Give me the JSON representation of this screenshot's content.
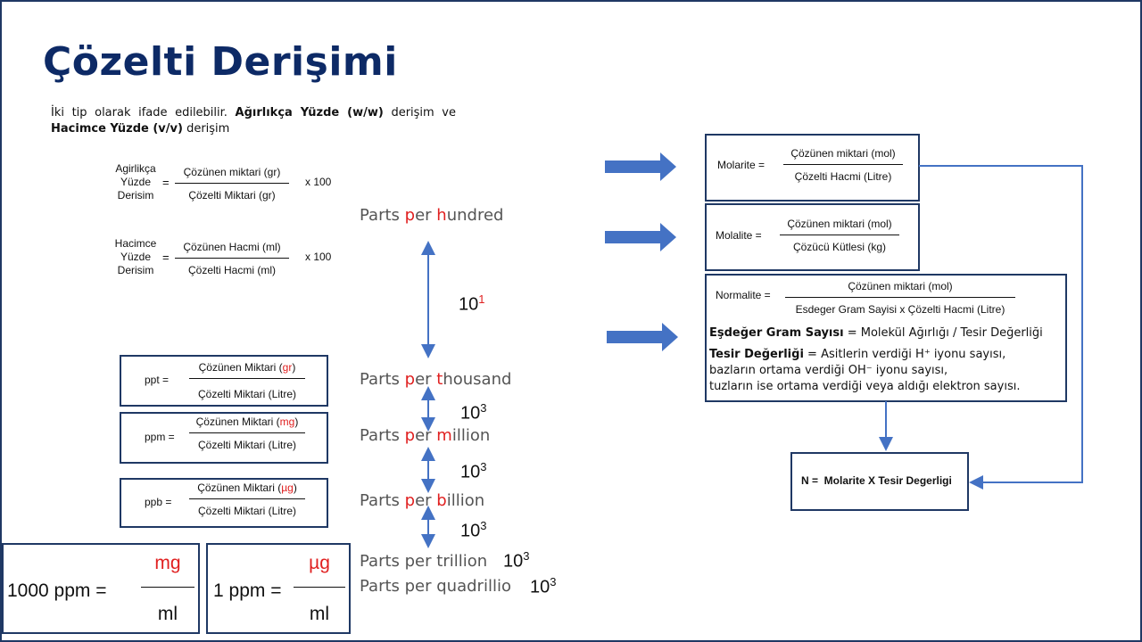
{
  "title": "Çözelti Derişimi",
  "intro": {
    "text1": "İki tip olarak ifade edilebilir.",
    "bold1": "Ağırlıkça Yüzde (w/w)",
    "text2": "derişim ve",
    "bold2": "Hacimce Yüzde (v/v)",
    "text3": "derişim"
  },
  "weight_formula": {
    "label_line1": "Agirlikça",
    "label_line2": "Yüzde",
    "label_line3": "Derisim",
    "equals": "=",
    "numerator": "Çözünen miktari (gr)",
    "denominator": "Çözelti Miktari (gr)",
    "multiplier": "x 100"
  },
  "volume_formula": {
    "label_line1": "Hacimce",
    "label_line2": "Yüzde",
    "label_line3": "Derisim",
    "equals": "=",
    "numerator": "Çözünen Hacmi (ml)",
    "denominator": "Çözelti Hacmi (ml)",
    "multiplier": "x 100"
  },
  "parts": {
    "hundred": {
      "p1": "Parts ",
      "p2": "p",
      "p3": "er ",
      "p4": "h",
      "p5": "undred"
    },
    "thousand": {
      "p1": "Parts ",
      "p2": "p",
      "p3": "er ",
      "p4": "t",
      "p5": "housand"
    },
    "million": {
      "p1": "Parts ",
      "p2": "p",
      "p3": "er ",
      "p4": "m",
      "p5": "illion"
    },
    "billion": {
      "p1": "Parts ",
      "p2": "p",
      "p3": "er ",
      "p4": "b",
      "p5": "illion"
    },
    "trillion": "Parts per trillion",
    "quadrillion": "Parts per quadrillio"
  },
  "powers": {
    "p1": {
      "base": "10",
      "exp": "1"
    },
    "p2": {
      "base": "10",
      "exp": "3"
    },
    "p3": {
      "base": "10",
      "exp": "3"
    },
    "p4": {
      "base": "10",
      "exp": "3"
    },
    "p5": {
      "base": "10",
      "exp": "3"
    },
    "p6": {
      "base": "10",
      "exp": "3"
    }
  },
  "ppt_box": {
    "label": "ppt =",
    "num_pre": "Çözünen Miktari (",
    "num_unit": "gr",
    "num_post": ")",
    "den": "Çözelti Miktari (Litre)"
  },
  "ppm_box": {
    "label": "ppm =",
    "num_pre": "Çözünen Miktari (",
    "num_unit": "mg",
    "num_post": ")",
    "den": "Çözelti Miktari (Litre)"
  },
  "ppb_box": {
    "label": "ppb =",
    "num_pre": "Çözünen Miktari (",
    "num_unit": "µg",
    "num_post": ")",
    "den": "Çözelti Miktari (Litre)"
  },
  "big_box1": {
    "label": "1000 ppm =",
    "num": "mg",
    "den": "ml"
  },
  "big_box2": {
    "label": "1 ppm =",
    "num": "µg",
    "den": "ml"
  },
  "molarite": {
    "label": "Molarite =",
    "num": "Çözünen miktari (mol)",
    "den": "Çözelti Hacmi (Litre)"
  },
  "molalite": {
    "label": "Molalite =",
    "num": "Çözünen miktari (mol)",
    "den": "Çözücü Kütlesi (kg)"
  },
  "normalite": {
    "label": "Normalite =",
    "num": "Çözünen miktari (mol)",
    "den": "Esdeger Gram Sayisi x Çözelti Hacmi (Litre)",
    "eq_bold": "Eşdeğer Gram Sayısı",
    "eq_text": " = Molekül Ağırlığı / Tesir Değerliği",
    "tesir_bold": "Tesir Değerliği",
    "tesir_text": " = Asitlerin verdiği H⁺ iyonu sayısı,",
    "line3": "bazların ortama verdiği OH⁻ iyonu sayısı,",
    "line4": "tuzların ise ortama verdiği veya aldığı elektron sayısı."
  },
  "n_box": {
    "text": "N =  Molarite X Tesir Degerligi"
  },
  "colors": {
    "title": "#0d2a66",
    "accent_red": "#e02020",
    "arrow_blue": "#4472c4",
    "box_border": "#1f3864"
  }
}
